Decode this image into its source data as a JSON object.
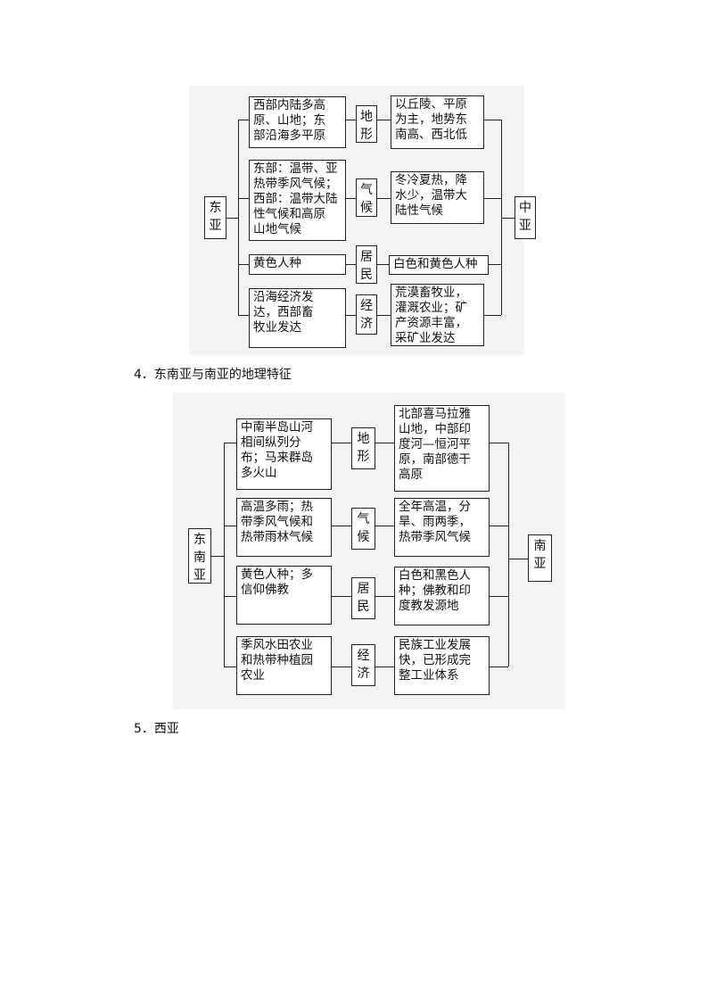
{
  "diagram1": {
    "left_region": "东\n亚",
    "right_region": "中\n亚",
    "rows": [
      {
        "left": "西部内陆多高\n原、山地；东\n部沿海多平原",
        "label": "地\n形",
        "right": "以丘陵、平原\n为主，地势东\n南高、西北低"
      },
      {
        "left": "东部：温带、亚\n热带季风气候；\n西部：温带大陆\n性气候和高原\n山地气候",
        "label": "气\n候",
        "right": "冬冷夏热，降\n水少，温带大\n陆性气候"
      },
      {
        "left": "黄色人种",
        "label": "居\n民",
        "right": "白色和黄色人种"
      },
      {
        "left": "沿海经济发\n达，西部畜\n牧业发达",
        "label": "经\n济",
        "right": "荒漠畜牧业，\n灌溉农业；矿\n产资源丰富，\n采矿业发达"
      }
    ]
  },
  "heading4": "4．东南亚与南亚的地理特征",
  "diagram2": {
    "left_region": "东\n南\n亚",
    "right_region": "南\n亚",
    "rows": [
      {
        "left": "中南半岛山河\n相间纵列分\n布；马来群岛\n多火山",
        "label": "地\n形",
        "right": "北部喜马拉雅\n山地，中部印\n度河—恒河平\n原，南部德干\n高原"
      },
      {
        "left": "高温多雨；热\n带季风气候和\n热带雨林气候",
        "label": "气\n候",
        "right": "全年高温，分\n旱、雨两季，\n热带季风气候"
      },
      {
        "left": "黄色人种；多\n信仰佛教",
        "label": "居\n民",
        "right": "白色和黑色人\n种；佛教和印\n度教发源地"
      },
      {
        "left": "季风水田农业\n和热带种植园\n农业",
        "label": "经\n济",
        "right": "民族工业发展\n快，已形成完\n整工业体系"
      }
    ]
  },
  "heading5": "5．西亚"
}
